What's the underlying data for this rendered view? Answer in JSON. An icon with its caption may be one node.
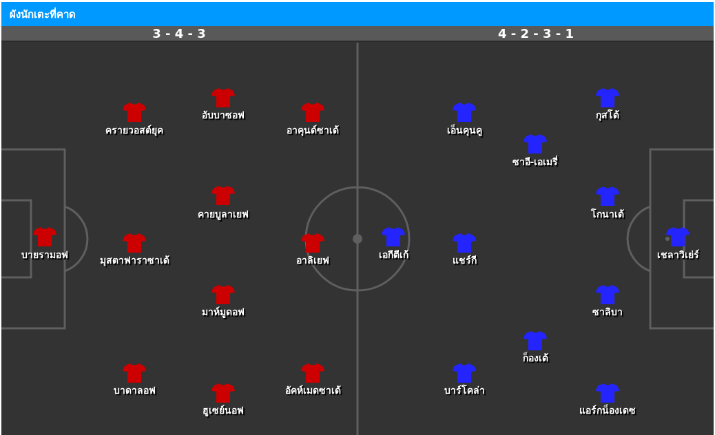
{
  "diagram": {
    "title": "ผังนักเตะที่คาด",
    "labels": [
      "3 - 4 - 3",
      "4 - 2 - 3 - 1",
      "บายรามอฟ",
      "ครายวอสต์ยุค",
      "มุสตาฟาราซาเด้",
      "บาดาลอฟ",
      "อับบาซอฟ",
      "คายบูลาเยฟ",
      "มาห์มูดอฟ",
      "ฮูเซย์นอฟ",
      "อาคุนด์ซาเด้",
      "อาลิเยฟ",
      "อัคห์เมดซาเด้",
      "เอกีตีเก้",
      "เอ็นคุนคู",
      "แชร์กี",
      "บาร์โคล่า",
      "ซาอี-เอเมรี่",
      "ก็องเต้",
      "กุสโต้",
      "โกนาเต้",
      "ซาลิบา",
      "แอร์กน็องเดซ",
      "เชลาวิเย่ร์"
    ]
  }
}
